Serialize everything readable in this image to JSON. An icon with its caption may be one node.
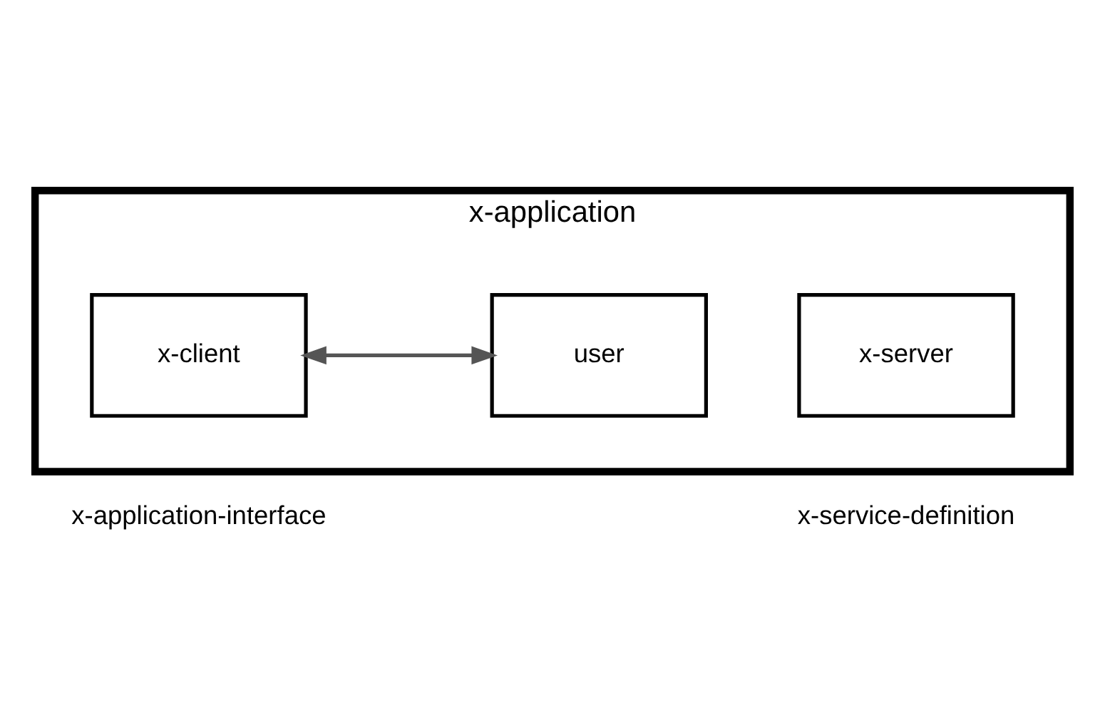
{
  "diagram": {
    "nodes": [
      {
        "text": [
          "x-application"
        ]
      },
      {
        "text": [
          "user"
        ],
        "in": 0
      },
      {
        "text": [
          "x-client"
        ],
        "in": 0
      },
      {
        "text": [
          "x-server"
        ],
        "in": 0
      }
    ],
    "edges": [
      {
        "from": 1,
        "to": 2,
        "arrow": "both"
      }
    ],
    "labels": [
      "x-application-interface",
      "x-service-definition"
    ]
  }
}
